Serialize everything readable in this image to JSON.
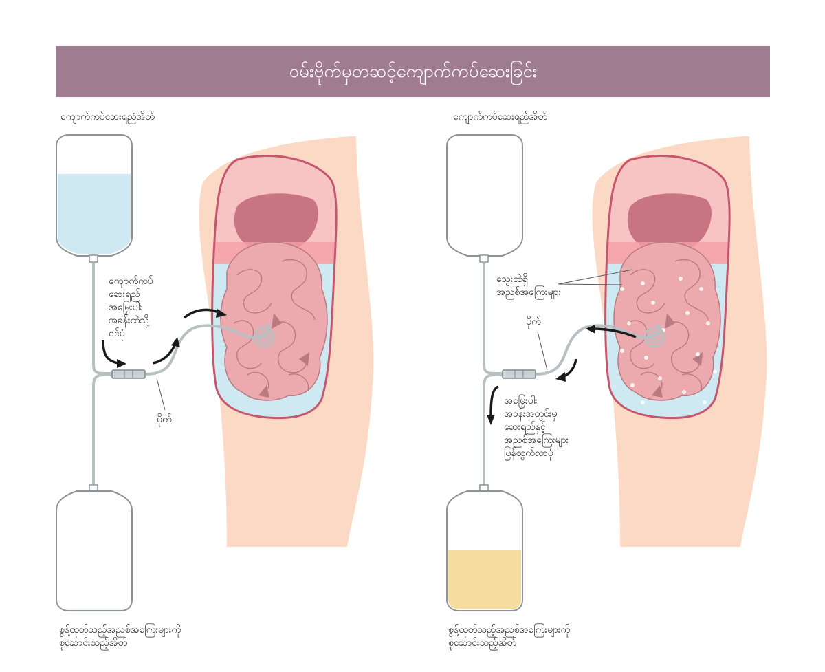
{
  "title": "ဝမ်းဗိုက်မှတဆင့်ကျောက်ကပ်ဆေးခြင်း",
  "left_panel": {
    "solution_bag_label": "ကျောက်ကပ်ဆေးရည်အိတ်",
    "inflow_label": "ကျောက်ကပ်\nဆေးရည်\nအမြှေးပါး\nအခန်းထဲသို့\nဝင်ပုံ",
    "catheter_label": "ပိုက်",
    "drain_bag_label": "စွန့်ထုတ်သည့်အညစ်အကြေးများကို\nစုဆောင်းသည့်အိတ်"
  },
  "right_panel": {
    "solution_bag_label": "ကျောက်ကပ်ဆေးရည်အိတ်",
    "waste_in_blood_label": "သွေးထဲရှိ\nအညစ်အကြေးများ",
    "catheter_label": "ပိုက်",
    "outflow_label": "အမြှေးပါး\nအခန်းအတွင်းမှ\nဆေးရည်နှင့်\nအညစ်အကြေးများ\nပြန်ထွက်လာပုံ",
    "drain_bag_label": "စွန့်ထုတ်သည့်အညစ်အကြေးများကို\nစုဆောင်းသည့်အိတ်"
  },
  "colors": {
    "banner": "#a07c91",
    "skin": "#fbd9c4",
    "peritoneum_outline": "#c5566e",
    "cavity_fill": "#f8c3c3",
    "dialysate": "#cfe9f3",
    "liver": "#c97482",
    "intestine": "#ecaaae",
    "waste_fluid": "#f4dd9e"
  }
}
